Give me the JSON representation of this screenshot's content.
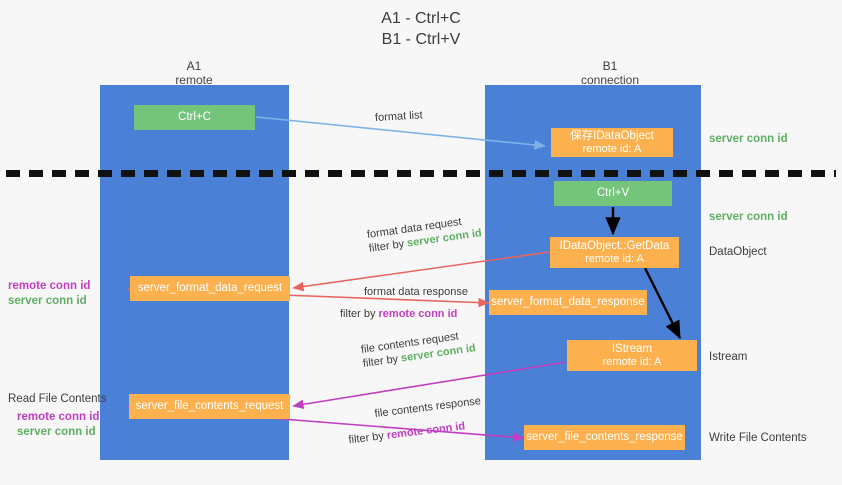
{
  "title": {
    "line1": "A1 - Ctrl+C",
    "line2": "B1 - Ctrl+V"
  },
  "colors": {
    "lane": "#4a80d6",
    "node_orange": "#fcb04e",
    "node_green": "#74c47c",
    "server_conn_id": "#5fae63",
    "remote_conn_id": "#c13ec1",
    "arrow_blue": "#7fb3e8",
    "arrow_red": "#e8655f",
    "arrow_magenta": "#c13ec1",
    "arrow_black": "#000000",
    "background": "#f7f7f7"
  },
  "columns": [
    {
      "name": "A1",
      "role": "remote"
    },
    {
      "name": "B1",
      "role": "connection"
    }
  ],
  "nodes": [
    {
      "id": "ctrl-c",
      "kind": "green",
      "line1": "Ctrl+C",
      "line2": ""
    },
    {
      "id": "save-idataobject",
      "kind": "orange",
      "line1": "保存IDataObject",
      "line2": "remote id: A"
    },
    {
      "id": "ctrl-v",
      "kind": "green",
      "line1": "Ctrl+V",
      "line2": ""
    },
    {
      "id": "idataobject-getdata",
      "kind": "orange",
      "line1": "IDataObject::GetData",
      "line2": "remote id: A"
    },
    {
      "id": "server-format-data-request",
      "kind": "orange",
      "line1": "server_format_data_request",
      "line2": ""
    },
    {
      "id": "server-format-data-response",
      "kind": "orange",
      "line1": "server_format_data_response",
      "line2": ""
    },
    {
      "id": "istream",
      "kind": "orange",
      "line1": "IStream",
      "line2": "remote id: A"
    },
    {
      "id": "server-file-contents-request",
      "kind": "orange",
      "line1": "server_file_contents_request",
      "line2": ""
    },
    {
      "id": "server-file-contents-response",
      "kind": "orange",
      "line1": "server_file_contents_response",
      "line2": ""
    }
  ],
  "edge_labels": {
    "format_list": "format list",
    "format_data_request": "format data request",
    "format_data_request_filter_prefix": "filter by ",
    "format_data_request_filter_value": "server conn id",
    "format_data_response": "format data response",
    "format_data_response_filter_prefix": "filter by ",
    "format_data_response_filter_value": "remote conn id",
    "file_contents_request": "file contents request",
    "file_contents_request_filter_prefix": "filter by ",
    "file_contents_request_filter_value": "server conn id",
    "file_contents_response": "file contents response",
    "file_contents_response_filter_prefix": "filter by ",
    "file_contents_response_filter_value": "remote conn id"
  },
  "right_labels": {
    "server_conn_id_top": "server conn id",
    "server_conn_id_mid": "server conn id",
    "dataobject": "DataObject",
    "istream": "Istream",
    "write_file_contents": "Write File Contents"
  },
  "left_labels": {
    "remote_conn_id_upper": "remote conn id",
    "server_conn_id_upper": "server conn id",
    "read_file_contents": "Read File Contents",
    "remote_conn_id_lower": "remote conn id",
    "server_conn_id_lower": "server conn id"
  }
}
